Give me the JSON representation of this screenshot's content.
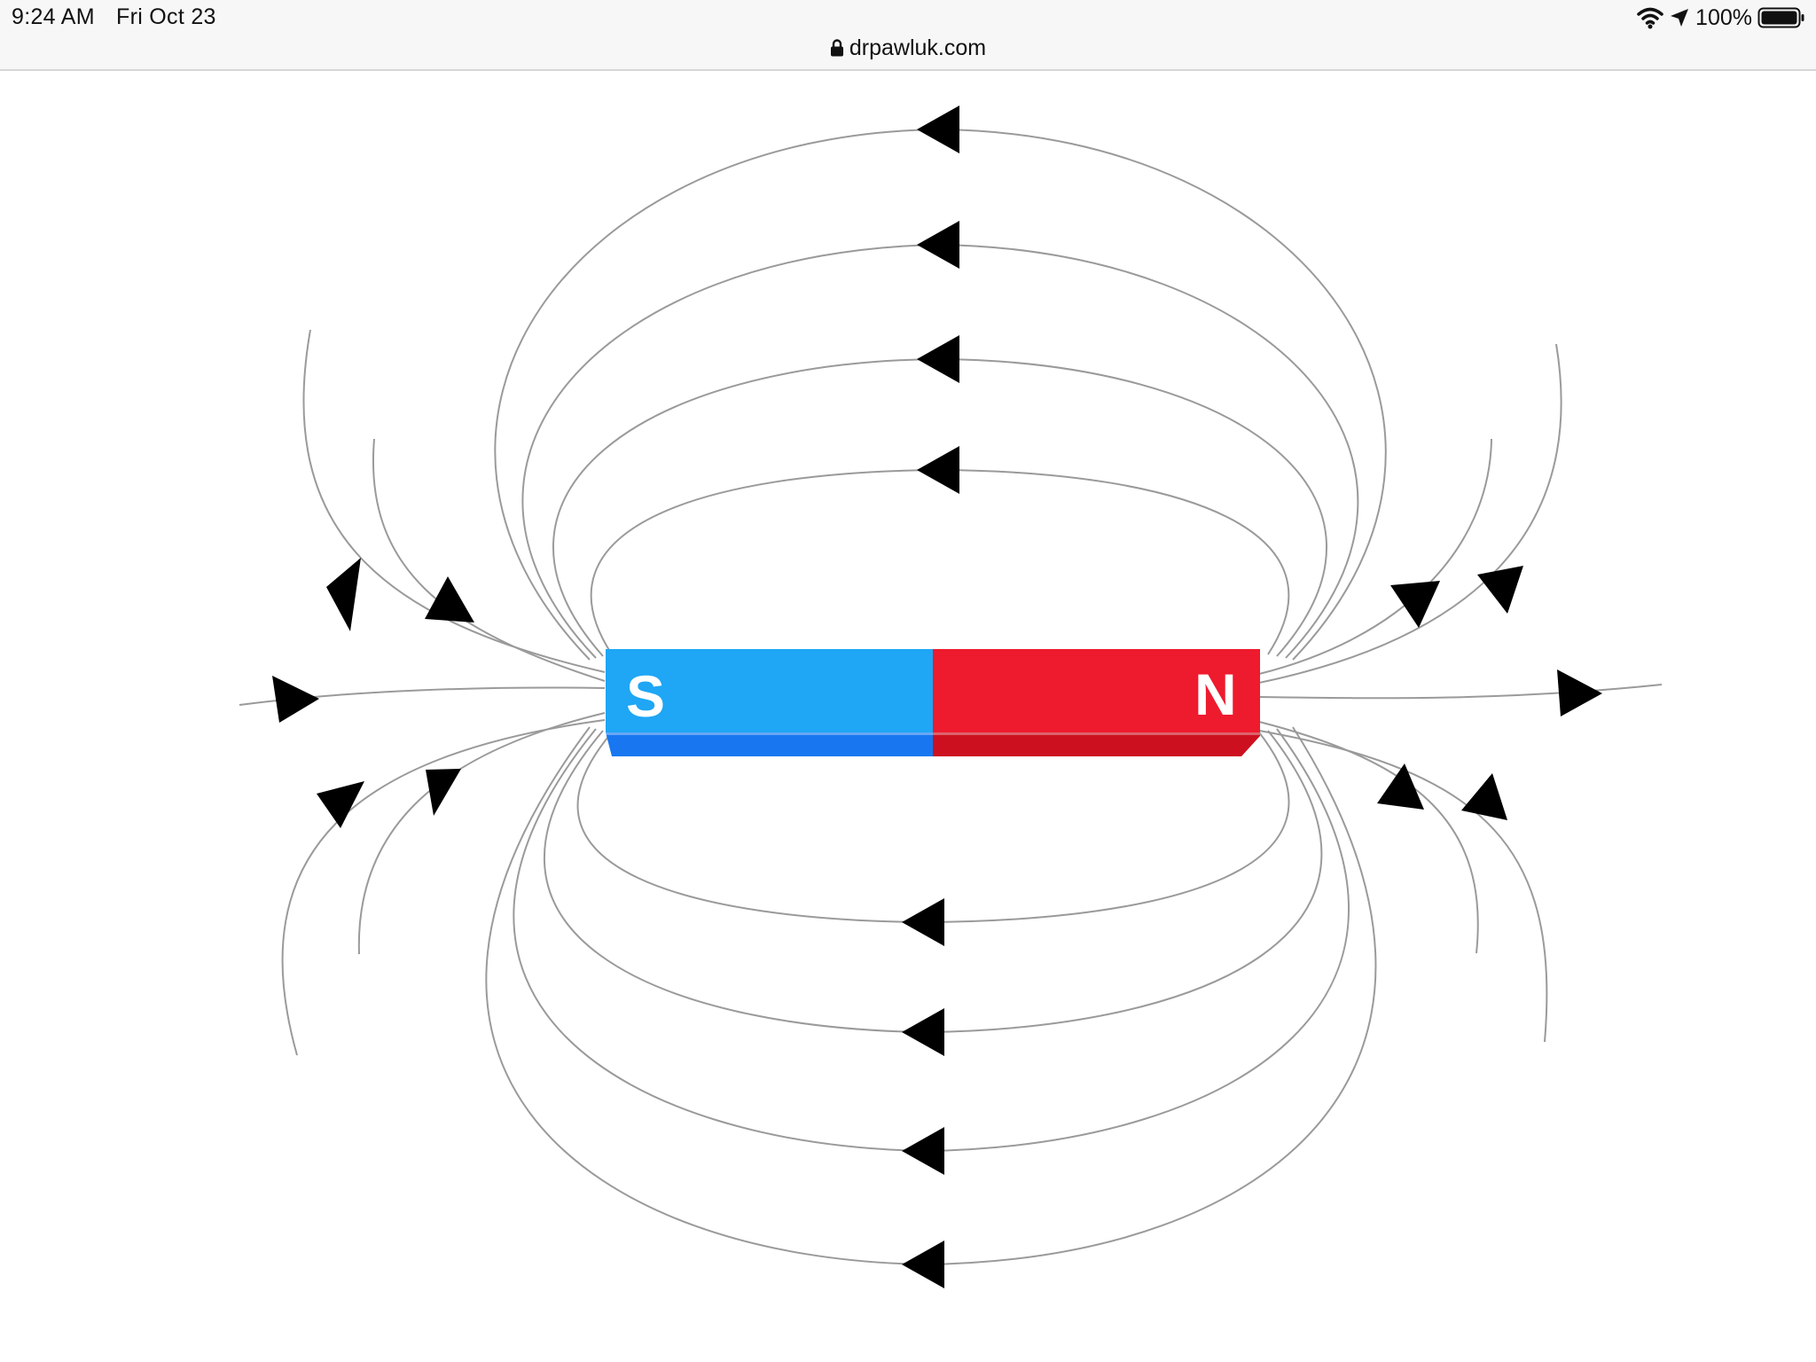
{
  "status_bar": {
    "time": "9:24 AM",
    "date": "Fri Oct 23",
    "battery": "100%",
    "icons": [
      "wifi-icon",
      "location-arrow-icon",
      "battery-icon"
    ]
  },
  "address_bar": {
    "url": "drpawluk.com",
    "icon": "lock-icon"
  },
  "diagram": {
    "magnet": {
      "south_label": "S",
      "north_label": "N",
      "south_color": "#1fa6f5",
      "south_shadow_color": "#1877f0",
      "north_color": "#ee1a2e",
      "north_shadow_color": "#cc1020"
    },
    "field_line_color": "#9a9a9a",
    "arrow_color": "#000000"
  }
}
